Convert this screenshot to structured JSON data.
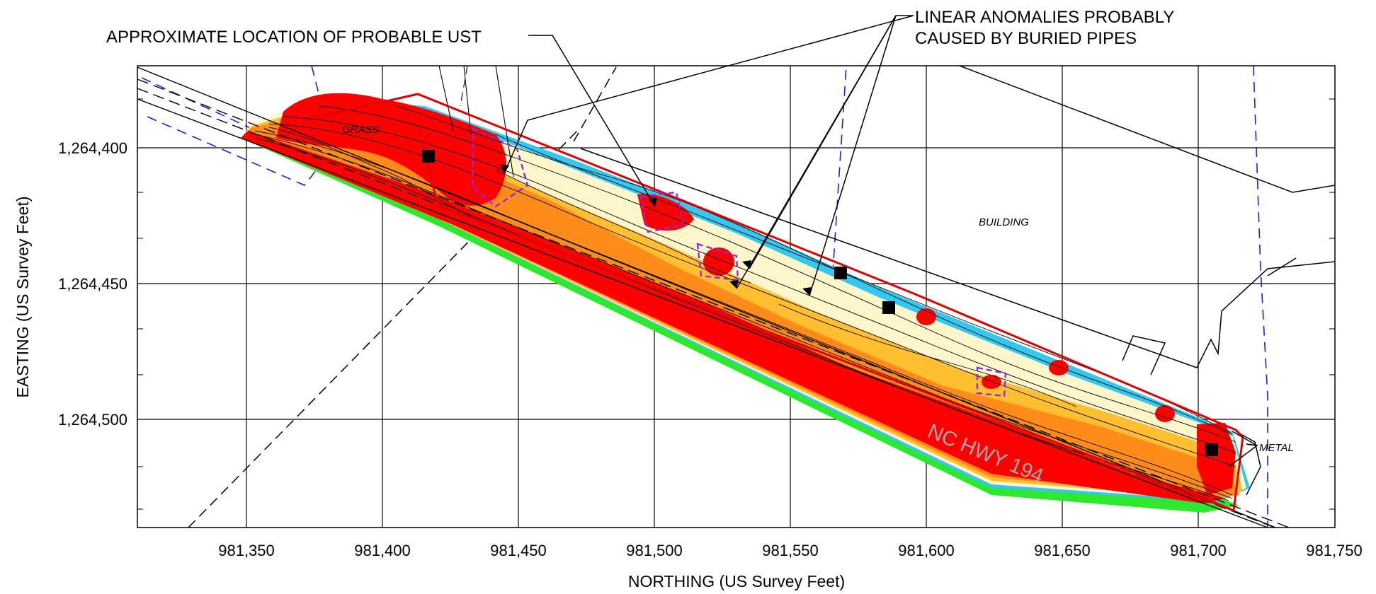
{
  "callouts": {
    "ust": "APPROXIMATE LOCATION OF PROBABLE UST",
    "pipes_line1": "LINEAR ANOMALIES PROBABLY",
    "pipes_line2": "CAUSED BY BURIED PIPES"
  },
  "map_labels": {
    "grass": "GRASS",
    "building": "BUILDING",
    "road": "NC HWY 194",
    "metal": "METAL"
  },
  "axes": {
    "x_title": "NORTHING (US Survey Feet)",
    "y_title": "EASTING (US Survey Feet)",
    "x_range": [
      981310,
      981750
    ],
    "y_range": [
      1264370,
      1264540
    ],
    "y_inverted": true,
    "x_ticks": [
      {
        "value": 981350,
        "label": "981,350"
      },
      {
        "value": 981400,
        "label": "981,400"
      },
      {
        "value": 981450,
        "label": "981,450"
      },
      {
        "value": 981500,
        "label": "981,500"
      },
      {
        "value": 981550,
        "label": "981,550"
      },
      {
        "value": 981600,
        "label": "981,600"
      },
      {
        "value": 981650,
        "label": "981,650"
      },
      {
        "value": 981700,
        "label": "981,700"
      },
      {
        "value": 981750,
        "label": "981,750"
      }
    ],
    "y_ticks": [
      {
        "value": 1264400,
        "label": "1,264,400"
      },
      {
        "value": 1264450,
        "label": "1,264,450"
      },
      {
        "value": 1264500,
        "label": "1,264,500"
      }
    ],
    "grid": true
  },
  "colors": {
    "high": "#ff0000",
    "orange": "#ff8c1a",
    "amber": "#ffbf30",
    "yellow": "#fff6cc",
    "cyan": "#33c8f0",
    "low": "#2ee82e",
    "boundary": "#e00000",
    "wells": "#000000",
    "utility_lines": "#1a1aff",
    "ust_outline": "#8a2be2",
    "road_label": "#a8a8a8"
  }
}
